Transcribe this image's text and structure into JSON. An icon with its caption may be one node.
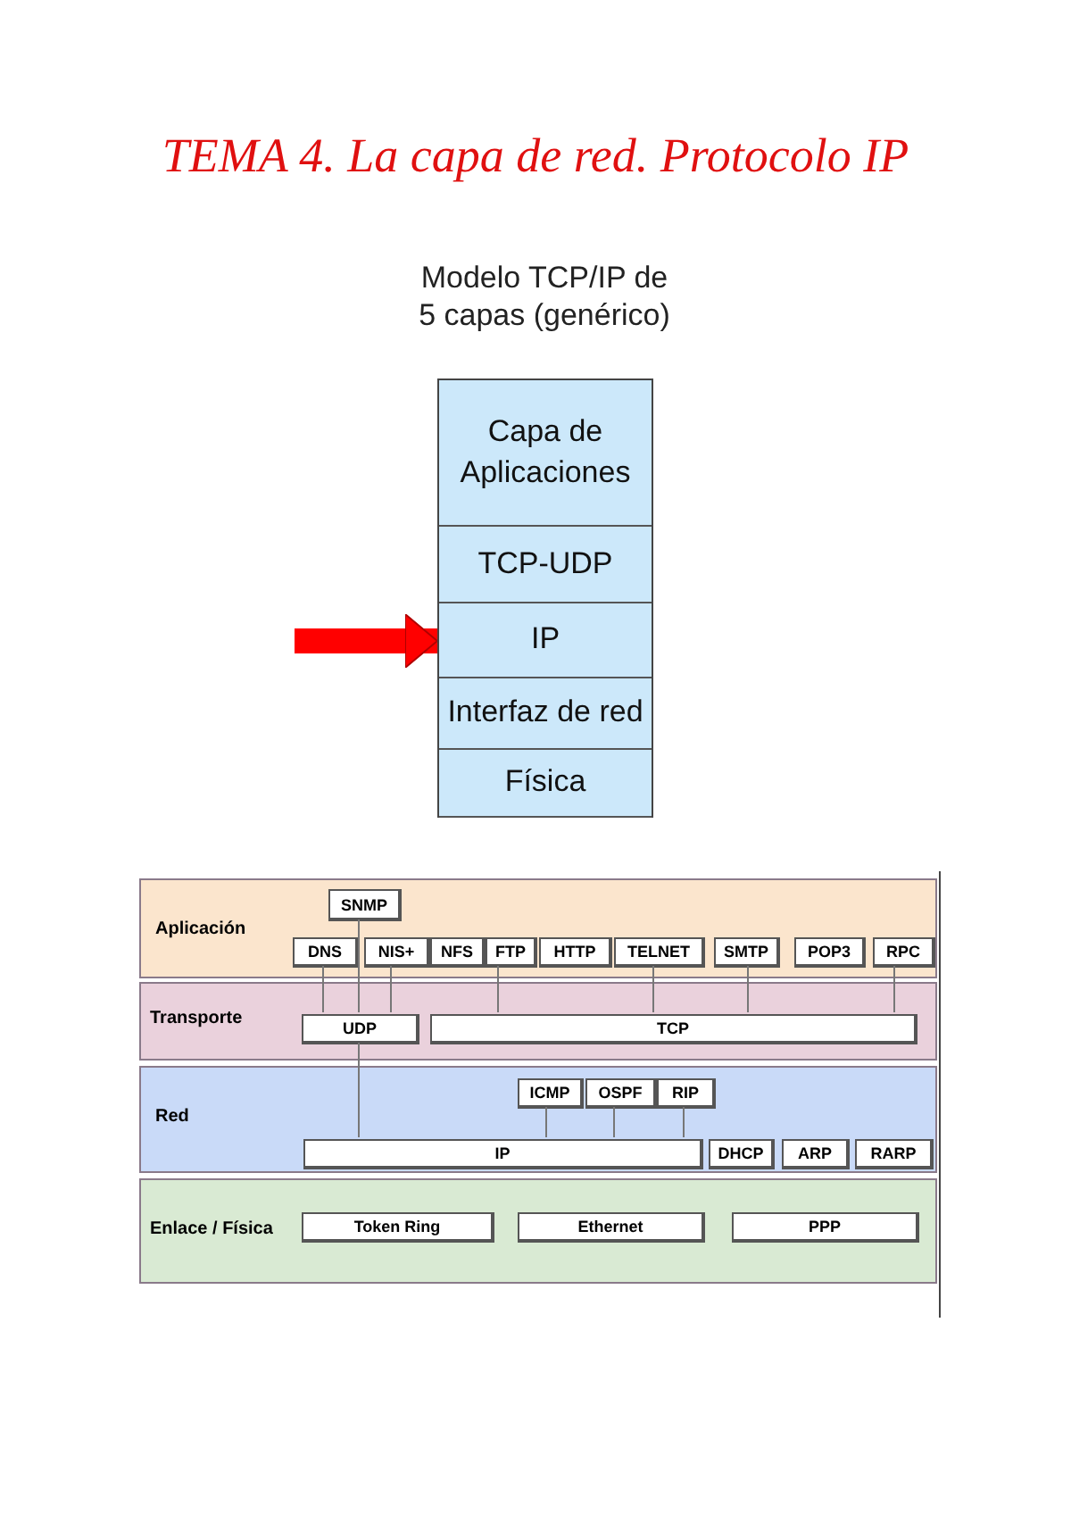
{
  "diagram": {
    "title": "TEMA 4. La capa de red. Protocolo IP",
    "nodes": [
      {
        "text": [
          "Modelo TCP/IP de 5 capas (genérico)"
        ]
      },
      {
        "text": [
          "Capa de Aplicaciones"
        ],
        "in": 0
      },
      {
        "text": [
          "TCP-UDP"
        ],
        "in": 0
      },
      {
        "text": [
          "IP"
        ],
        "in": 0
      },
      {
        "text": [
          "Interfaz de red"
        ],
        "in": 0
      },
      {
        "text": [
          "Física"
        ],
        "in": 0
      },
      {
        "text": [
          "Aplicación"
        ]
      },
      {
        "text": [
          "SNMP"
        ],
        "in": 6
      },
      {
        "text": [
          "DNS"
        ],
        "in": 6
      },
      {
        "text": [
          "NIS+"
        ],
        "in": 6
      },
      {
        "text": [
          "NFS"
        ],
        "in": 6
      },
      {
        "text": [
          "FTP"
        ],
        "in": 6
      },
      {
        "text": [
          "HTTP"
        ],
        "in": 6
      },
      {
        "text": [
          "TELNET"
        ],
        "in": 6
      },
      {
        "text": [
          "SMTP"
        ],
        "in": 6
      },
      {
        "text": [
          "POP3"
        ],
        "in": 6
      },
      {
        "text": [
          "RPC"
        ],
        "in": 6
      },
      {
        "text": [
          "Transporte"
        ]
      },
      {
        "text": [
          "UDP"
        ],
        "in": 17
      },
      {
        "text": [
          "TCP"
        ],
        "in": 17
      },
      {
        "text": [
          "Red"
        ]
      },
      {
        "text": [
          "ICMP"
        ],
        "in": 20
      },
      {
        "text": [
          "OSPF"
        ],
        "in": 20
      },
      {
        "text": [
          "RIP"
        ],
        "in": 20
      },
      {
        "text": [
          "IP"
        ],
        "in": 20
      },
      {
        "text": [
          "DHCP"
        ],
        "in": 20
      },
      {
        "text": [
          "ARP"
        ],
        "in": 20
      },
      {
        "text": [
          "RARP"
        ],
        "in": 20
      },
      {
        "text": [
          "Enlace / Física"
        ]
      },
      {
        "text": [
          "Token Ring"
        ],
        "in": 28
      },
      {
        "text": [
          "Ethernet"
        ],
        "in": 28
      },
      {
        "text": [
          "PPP"
        ],
        "in": 28
      }
    ],
    "edges": [
      {
        "from": null,
        "to": 3,
        "arrow": "to",
        "style": "thick",
        "color": "#ff0000"
      },
      {
        "from": 8,
        "to": 18,
        "arrow": "none"
      },
      {
        "from": 7,
        "to": 18,
        "arrow": "none"
      },
      {
        "from": 9,
        "to": 18,
        "arrow": "none"
      },
      {
        "from": 11,
        "to": 19,
        "arrow": "none"
      },
      {
        "from": 13,
        "to": 19,
        "arrow": "none"
      },
      {
        "from": 14,
        "to": 19,
        "arrow": "none"
      },
      {
        "from": 16,
        "to": 19,
        "arrow": "none"
      },
      {
        "from": 18,
        "to": 24,
        "arrow": "none"
      },
      {
        "from": 21,
        "to": 24,
        "arrow": "none"
      },
      {
        "from": 22,
        "to": 24,
        "arrow": "none"
      },
      {
        "from": 23,
        "to": 24,
        "arrow": "none"
      }
    ]
  }
}
